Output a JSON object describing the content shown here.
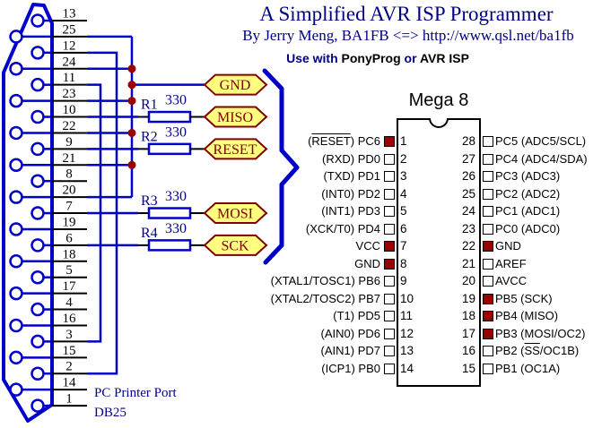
{
  "header": {
    "title": "A Simplified AVR ISP Programmer",
    "byline": "By Jerry Meng, BA1FB <=> http://www.qsl.net/ba1fb",
    "note_parts": [
      {
        "text": "Use with ",
        "color": "#00008B"
      },
      {
        "text": "PonyProg",
        "color": "#000000"
      },
      {
        "text": " or ",
        "color": "#00008B"
      },
      {
        "text": "AVR ISP",
        "color": "#000000"
      }
    ]
  },
  "connector": {
    "caption_line1": "PC Printer Port",
    "caption_line2": "DB25",
    "pin_order": [
      13,
      25,
      12,
      24,
      11,
      23,
      10,
      22,
      9,
      21,
      8,
      20,
      7,
      19,
      6,
      18,
      5,
      17,
      4,
      16,
      3,
      15,
      2,
      14,
      1
    ],
    "ground_pins": [
      25,
      24,
      23,
      22,
      21,
      20
    ],
    "loopbacks": [
      [
        12,
        2
      ],
      [
        11,
        3
      ]
    ]
  },
  "flags": {
    "gnd": "GND"
  },
  "resistors": [
    {
      "name": "R1",
      "value": "330",
      "signal": "MISO",
      "db25_pin": 10
    },
    {
      "name": "R2",
      "value": "330",
      "signal": "RESET",
      "db25_pin": 9
    },
    {
      "name": "R3",
      "value": "330",
      "signal": "MOSI",
      "db25_pin": 7
    },
    {
      "name": "R4",
      "value": "330",
      "signal": "SCK",
      "db25_pin": 6
    }
  ],
  "chip": {
    "title": "Mega 8",
    "left_pins": [
      {
        "num": 1,
        "label": "(RESET) PC6",
        "overline": "RESET",
        "filled": true
      },
      {
        "num": 2,
        "label": "(RXD) PD0",
        "filled": false
      },
      {
        "num": 3,
        "label": "(TXD) PD1",
        "filled": false
      },
      {
        "num": 4,
        "label": "(INT0) PD2",
        "filled": false
      },
      {
        "num": 5,
        "label": "(INT1) PD3",
        "filled": false
      },
      {
        "num": 6,
        "label": "(XCK/T0) PD4",
        "filled": false
      },
      {
        "num": 7,
        "label": "VCC",
        "filled": true
      },
      {
        "num": 8,
        "label": "GND",
        "filled": true
      },
      {
        "num": 9,
        "label": "(XTAL1/TOSC1) PB6",
        "filled": false
      },
      {
        "num": 10,
        "label": "(XTAL2/TOSC2) PB7",
        "filled": false
      },
      {
        "num": 11,
        "label": "(T1) PD5",
        "filled": false
      },
      {
        "num": 12,
        "label": "(AIN0) PD6",
        "filled": false
      },
      {
        "num": 13,
        "label": "(AIN1) PD7",
        "filled": false
      },
      {
        "num": 14,
        "label": "(ICP1) PB0",
        "filled": false
      }
    ],
    "right_pins": [
      {
        "num": 28,
        "label": "PC5 (ADC5/SCL)",
        "filled": false
      },
      {
        "num": 27,
        "label": "PC4 (ADC4/SDA)",
        "filled": false
      },
      {
        "num": 26,
        "label": "PC3 (ADC3)",
        "filled": false
      },
      {
        "num": 25,
        "label": "PC2 (ADC2)",
        "filled": false
      },
      {
        "num": 24,
        "label": "PC1 (ADC1)",
        "filled": false
      },
      {
        "num": 23,
        "label": "PC0 (ADC0)",
        "filled": false
      },
      {
        "num": 22,
        "label": "GND",
        "filled": true
      },
      {
        "num": 21,
        "label": "AREF",
        "filled": false
      },
      {
        "num": 20,
        "label": "AVCC",
        "filled": false
      },
      {
        "num": 19,
        "label": "PB5 (SCK)",
        "filled": true
      },
      {
        "num": 18,
        "label": "PB4 (MISO)",
        "filled": true
      },
      {
        "num": 17,
        "label": "PB3 (MOSI/OC2)",
        "filled": true
      },
      {
        "num": 16,
        "label": "PB2 (SS/OC1B)",
        "overline": "SS",
        "filled": false
      },
      {
        "num": 15,
        "label": "PB1 (OC1A)",
        "filled": false
      }
    ]
  },
  "colors": {
    "wire": "#0000C8",
    "text_navy": "#00008B",
    "title_navy": "#000080",
    "dark_red": "#990000",
    "flag_fill": "#FFFF80",
    "flag_stroke": "#800000"
  }
}
